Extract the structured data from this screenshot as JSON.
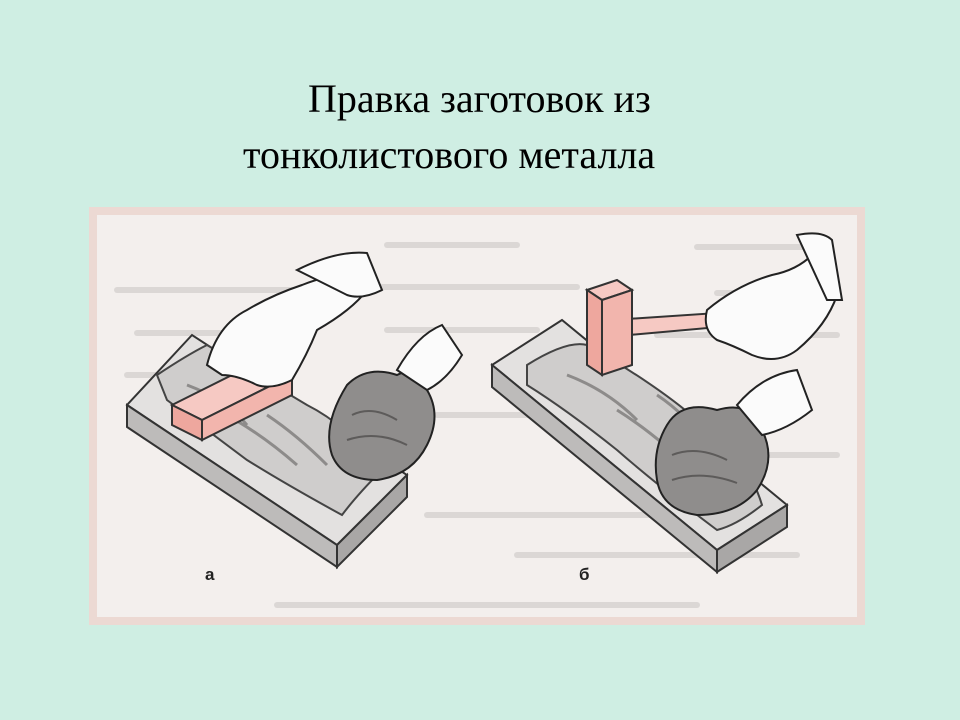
{
  "slide": {
    "title_line1": "Правка заготовок из",
    "title_line2": "тонколистового металла"
  },
  "figure": {
    "label_a": "а",
    "label_b": "б",
    "background_color": "#cfeee3",
    "frame_color": "#ecd9d3",
    "tool_color": "#f2b5ad"
  }
}
